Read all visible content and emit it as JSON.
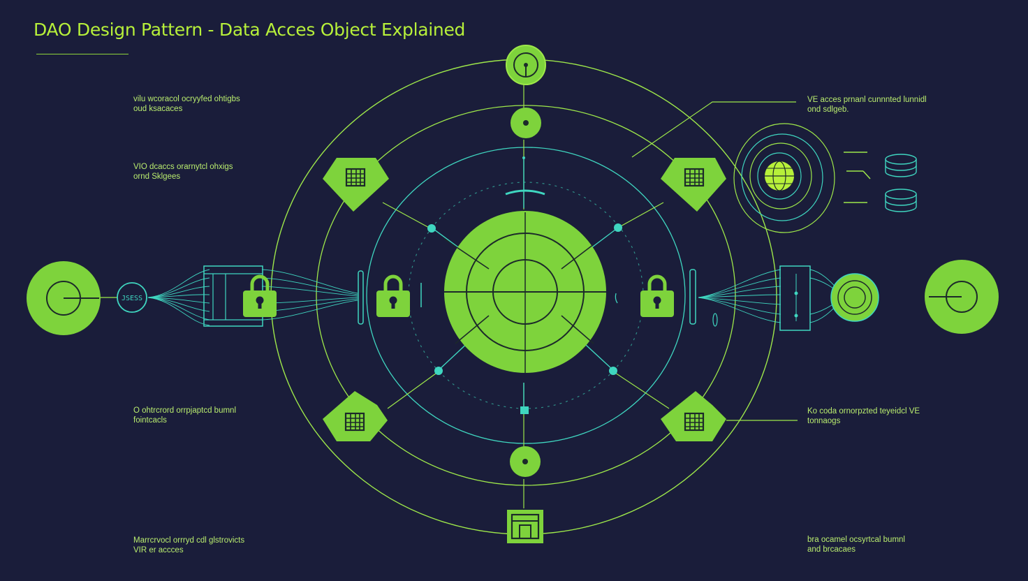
{
  "title": "DAO Design Pattern - Data Acces Object Explained",
  "annotations": {
    "top_left": [
      "vilu wcoracol ocryyfed ohtigbs",
      "oud ksacaces"
    ],
    "mid_left": [
      "VIO dcaccs orarnytcl ohxigs",
      "ornd Sklgees"
    ],
    "low_left": [
      "O ohtrcrord orrpjaptcd bumnl",
      "fointcacls"
    ],
    "bottom_left": [
      "Marrcrvocl orrryd cdl glstrovicts",
      "VIR er accces"
    ],
    "top_right": [
      "VE acces prnanl cunnnted lunnidl",
      "ond sdlgeb."
    ],
    "low_right": [
      "Ko coda ornorpzted teyeidcl VE",
      "tonnaogs"
    ],
    "bottom_right": [
      "bra ocamel ocsyrtcal bumnl",
      "and brcacaes"
    ]
  },
  "hub_label": "JSESS",
  "colors": {
    "background": "#1a1d3a",
    "accent": "#7ed33c",
    "highlight": "#b7f03a",
    "line": "#9ee84a",
    "teal": "#3fd6c0",
    "dark_stroke": "#1c2a2a"
  }
}
